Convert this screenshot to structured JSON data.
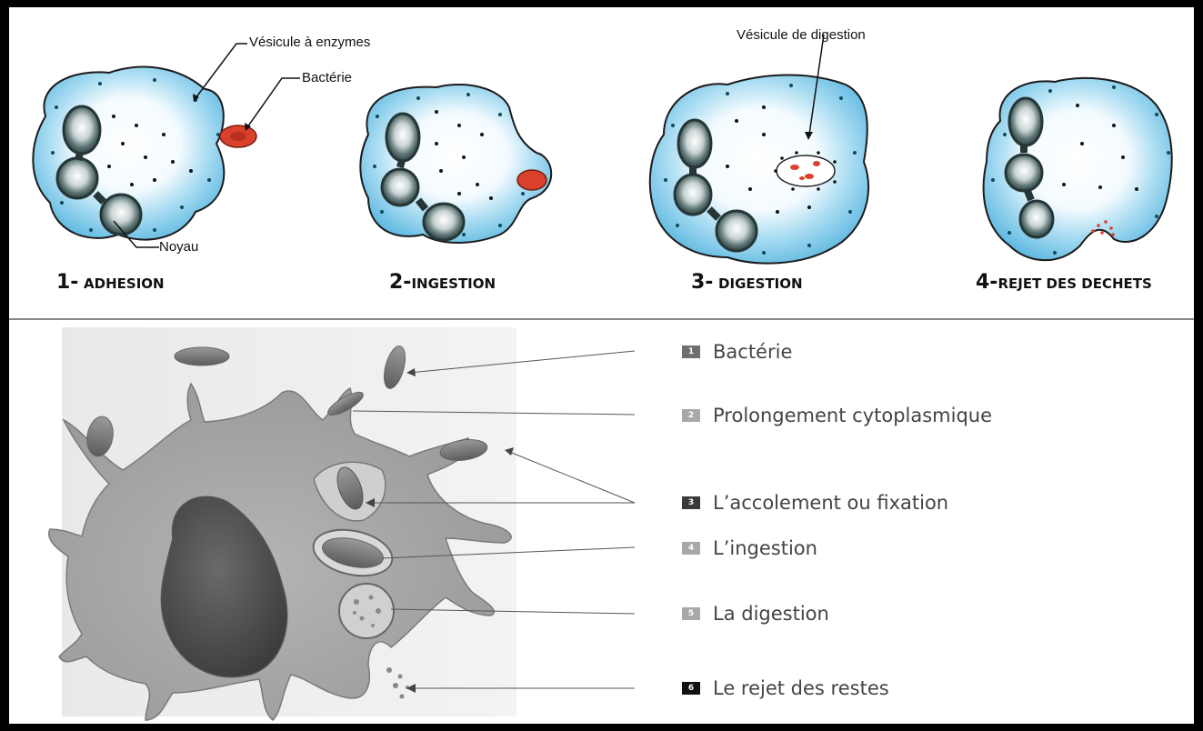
{
  "top": {
    "stages": [
      {
        "number": "1-",
        "label": "ADHESION"
      },
      {
        "number": "2-",
        "label": "INGESTION"
      },
      {
        "number": "3-",
        "label": "DIGESTION"
      },
      {
        "number": "4-",
        "label": "REJET DES DECHETS"
      }
    ],
    "annotations": {
      "enzymes": "Vésicule à enzymes",
      "bacterie": "Bactérie",
      "noyau": "Noyau",
      "digestion_vesicle": "Vésicule de digestion"
    }
  },
  "legend": [
    {
      "badge": "1",
      "label": "Bactérie",
      "badge_color": "#6f6f6f"
    },
    {
      "badge": "2",
      "label": "Prolongement cytoplasmique",
      "badge_color": "#a8a8a8"
    },
    {
      "badge": "3",
      "label": "L’accolement ou fixation",
      "badge_color": "#3a3a3a"
    },
    {
      "badge": "4",
      "label": "L’ingestion",
      "badge_color": "#a8a8a8"
    },
    {
      "badge": "5",
      "label": "La digestion",
      "badge_color": "#a8a8a8"
    },
    {
      "badge": "6",
      "label": "Le rejet des restes",
      "badge_color": "#111111"
    }
  ],
  "colors": {
    "cytoplasm": "#6fc3e6",
    "nucleus": "#3f5656",
    "bacterium": "#d9412b"
  }
}
